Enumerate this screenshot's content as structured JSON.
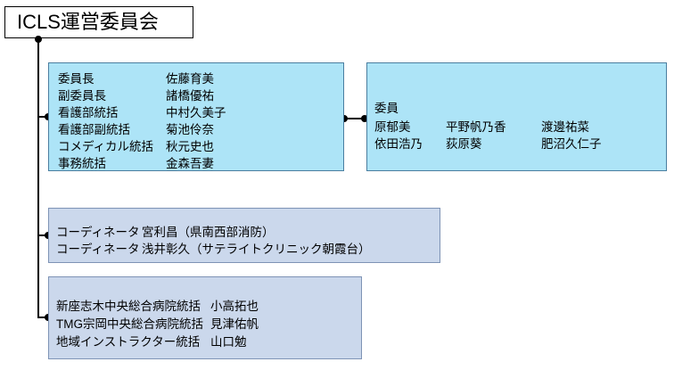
{
  "title": {
    "text": "ICLS運営委員会"
  },
  "officers": {
    "rows": [
      {
        "role": "委員長",
        "name": "佐藤育美"
      },
      {
        "role": "副委員長",
        "name": "諸橋優祐"
      },
      {
        "role": "看護部統括",
        "name": "中村久美子"
      },
      {
        "role": "看護部副統括",
        "name": "菊池伶奈"
      },
      {
        "role": "コメディカル統括",
        "name": "秋元史也"
      },
      {
        "role": "事務統括",
        "name": "金森吾妻"
      }
    ]
  },
  "members": {
    "heading": "委員",
    "rows": [
      [
        "原郁美",
        "平野帆乃香",
        "渡邊祐菜"
      ],
      [
        "依田浩乃",
        "荻原葵",
        "肥沼久仁子"
      ]
    ]
  },
  "coordinators": {
    "rows": [
      {
        "role": "コーディネータ",
        "name": "宮利昌（県南西部消防）"
      },
      {
        "role": "コーディネータ",
        "name": "浅井彰久（サテライトクリニック朝霞台）"
      }
    ]
  },
  "hospitals": {
    "rows": [
      {
        "role": "新座志木中央総合病院統括",
        "name": "小高拓也"
      },
      {
        "role": "TMG宗岡中央総合病院統括",
        "name": "見津佑帆"
      },
      {
        "role": "地域インストラクター統括",
        "name": "山口勉"
      }
    ]
  },
  "colors": {
    "box_cyan_fill": "#ade4f7",
    "box_cyan_border": "#4a7ea0",
    "box_slate_fill": "#cbd8ec",
    "box_slate_border": "#7e93b5",
    "connector": "#000000",
    "title_border": "#000000",
    "text": "#000000",
    "background": "#ffffff"
  }
}
